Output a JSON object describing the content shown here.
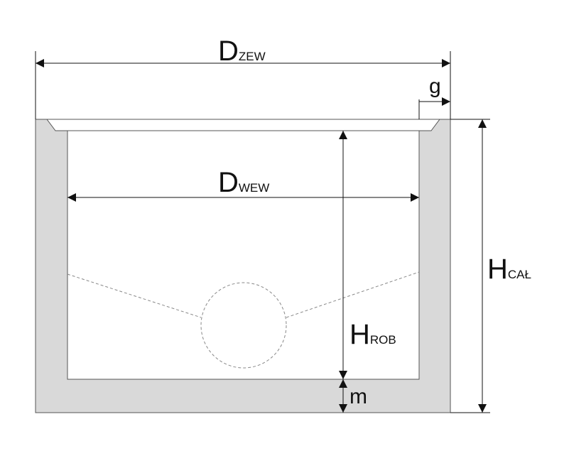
{
  "labels": {
    "d_zew": {
      "main": "D",
      "sub": "ZEW"
    },
    "d_wew": {
      "main": "D",
      "sub": "WEW"
    },
    "h_cal": {
      "main": "H",
      "sub": "CAŁ"
    },
    "h_rob": {
      "main": "H",
      "sub": "ROB"
    },
    "g": "g",
    "m": "m"
  },
  "colors": {
    "wall_fill": "#d9d9d9",
    "outline": "#555555",
    "dimension": "#111111",
    "hidden_line": "#888888"
  }
}
